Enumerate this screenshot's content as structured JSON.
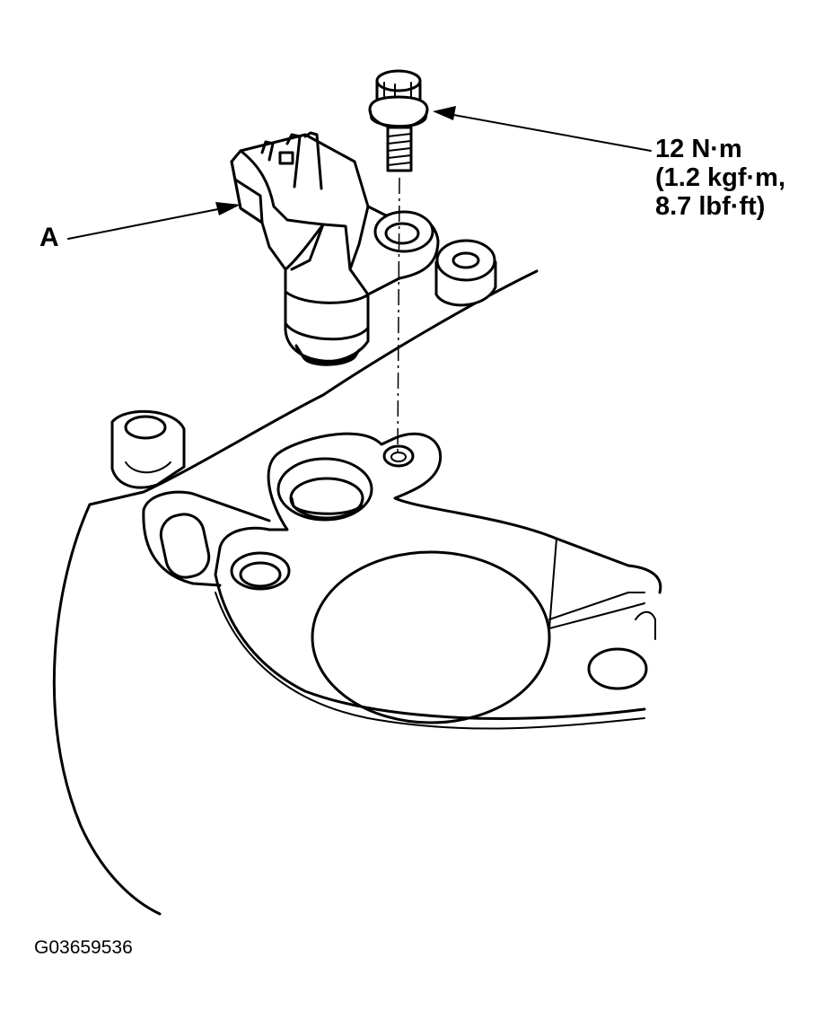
{
  "diagram": {
    "callout_label": "A",
    "torque_spec": {
      "line1": "12 N·m",
      "line2": "(1.2 kgf·m,",
      "line3": "8.7 lbf·ft)"
    },
    "figure_id": "G03659536",
    "stroke_color": "#000000",
    "background_color": "#ffffff"
  }
}
